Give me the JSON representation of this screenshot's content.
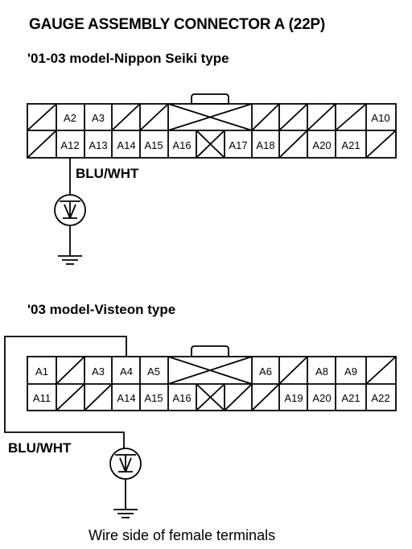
{
  "title": "GAUGE ASSEMBLY CONNECTOR A (22P)",
  "connectors": [
    {
      "id": "nippon",
      "model_label": "'01-03 model-Nippon Seiki type",
      "wire_label": "BLU/WHT",
      "rows": [
        [
          "",
          "A2",
          "A3",
          "",
          "",
          "[lock]",
          "[lock]",
          "[lock]",
          "",
          "",
          "",
          "",
          "A10"
        ],
        [
          "",
          "A12",
          "A13",
          "A14",
          "A15",
          "A16",
          "",
          "A17",
          "A18",
          "",
          "A20",
          "A21",
          ""
        ]
      ]
    },
    {
      "id": "visteon",
      "model_label": "'03 model-Visteon type",
      "wire_label": "BLU/WHT",
      "rows": [
        [
          "A1",
          "",
          "A3",
          "A4",
          "A5",
          "[lock]",
          "[lock]",
          "[lock]",
          "A6",
          "",
          "A8",
          "A9",
          ""
        ],
        [
          "A11",
          "",
          "",
          "A14",
          "A15",
          "A16",
          "",
          "",
          "A19",
          "A20",
          "A21",
          "A22"
        ]
      ]
    }
  ],
  "caption": "Wire side of female terminals"
}
